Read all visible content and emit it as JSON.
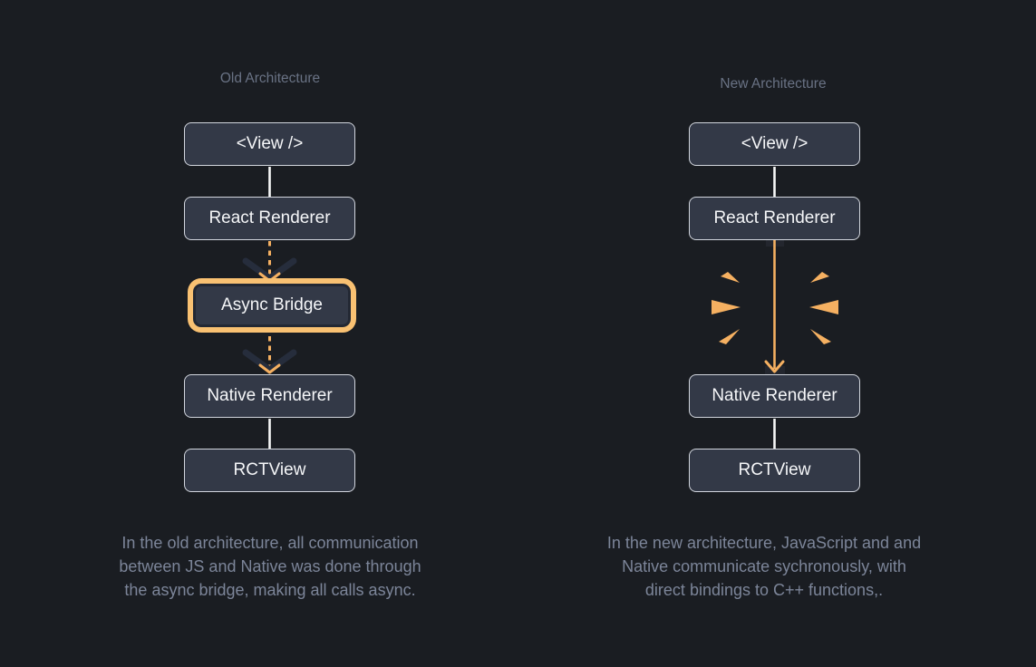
{
  "theme": {
    "background": "#1a1d22",
    "box_fill": "#333947",
    "box_border": "#d2d6de",
    "box_text": "#f5f6f8",
    "accent_orange": "#f5b061",
    "highlight_ring": "#f9c172",
    "highlight_inner_border": "#232833",
    "dark_chevron": "#262d3c",
    "connector_white": "#f7f8f9",
    "heading_text": "#697284",
    "caption_text": "#7c8599",
    "notch_dark": "#23262e"
  },
  "old": {
    "title": "Old Architecture",
    "nodes": [
      {
        "label": "<View />"
      },
      {
        "label": "React Renderer"
      },
      {
        "label": "Async Bridge"
      },
      {
        "label": "Native Renderer"
      },
      {
        "label": "RCTView"
      }
    ],
    "caption_lines": [
      "In the old architecture, all communication",
      "between JS and Native was done through",
      "the async bridge, making all calls async."
    ]
  },
  "new": {
    "title": "New Architecture",
    "nodes": [
      {
        "label": "<View />"
      },
      {
        "label": "React Renderer"
      },
      {
        "label": "Native Renderer"
      },
      {
        "label": "RCTView"
      }
    ],
    "caption_lines": [
      "In the new architecture, JavaScript and and",
      "Native communicate sychronously, with",
      "direct bindings to C++ functions,."
    ]
  }
}
